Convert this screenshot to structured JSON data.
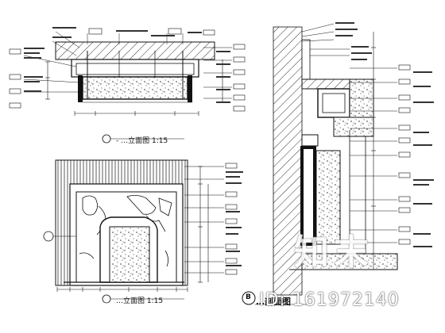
{
  "drawing": {
    "caption_top": "-   …立面图   1:15",
    "caption_bottom": "…立面图   1:15",
    "caption_right": "…剖面图",
    "section_mark": "B"
  },
  "watermark": {
    "logo_text": "知末",
    "id_text": "ID: 161972140"
  },
  "palette": {
    "line": "#111111",
    "hatch": "#444444",
    "background": "#ffffff"
  }
}
